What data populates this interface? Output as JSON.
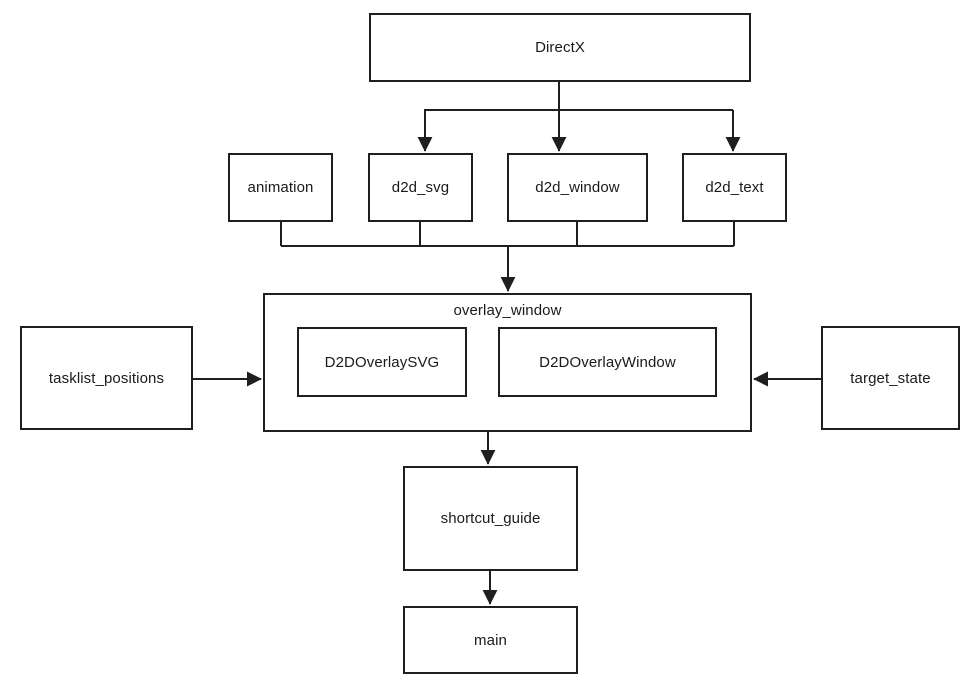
{
  "diagram": {
    "nodes": {
      "directx": {
        "label": "DirectX"
      },
      "animation": {
        "label": "animation"
      },
      "d2d_svg": {
        "label": "d2d_svg"
      },
      "d2d_window": {
        "label": "d2d_window"
      },
      "d2d_text": {
        "label": "d2d_text"
      },
      "overlay_window": {
        "label": "overlay_window"
      },
      "d2d_overlay_svg": {
        "label": "D2DOverlaySVG"
      },
      "d2d_overlay_window": {
        "label": "D2DOverlayWindow"
      },
      "tasklist_positions": {
        "label": "tasklist_positions"
      },
      "target_state": {
        "label": "target_state"
      },
      "shortcut_guide": {
        "label": "shortcut_guide"
      },
      "main": {
        "label": "main"
      }
    },
    "containment": [
      {
        "parent": "overlay_window",
        "children": [
          "d2d_overlay_svg",
          "d2d_overlay_window"
        ]
      }
    ],
    "edges": [
      {
        "from": "DirectX",
        "to": "d2d_svg"
      },
      {
        "from": "DirectX",
        "to": "d2d_window"
      },
      {
        "from": "DirectX",
        "to": "d2d_text"
      },
      {
        "from": "animation",
        "to": "overlay_window"
      },
      {
        "from": "d2d_svg",
        "to": "overlay_window"
      },
      {
        "from": "d2d_window",
        "to": "overlay_window"
      },
      {
        "from": "d2d_text",
        "to": "overlay_window"
      },
      {
        "from": "tasklist_positions",
        "to": "overlay_window"
      },
      {
        "from": "target_state",
        "to": "overlay_window"
      },
      {
        "from": "overlay_window",
        "to": "shortcut_guide"
      },
      {
        "from": "shortcut_guide",
        "to": "main"
      }
    ],
    "colors": {
      "stroke": "#1f1f1f",
      "text": "#1a1a1a",
      "background": "#ffffff"
    }
  }
}
